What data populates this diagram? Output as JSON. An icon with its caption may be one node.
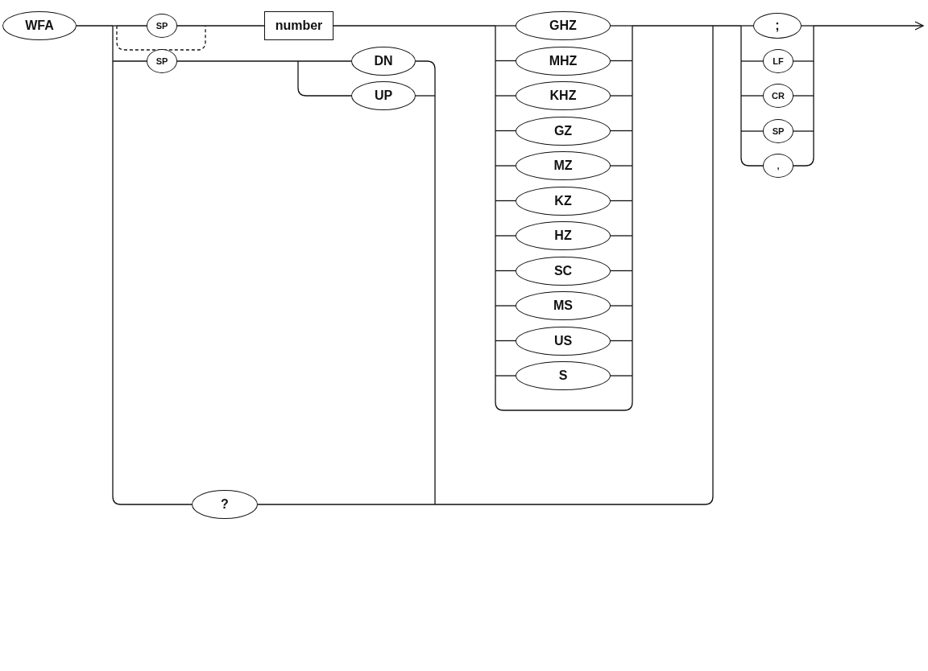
{
  "diagram": {
    "nodes": [
      {
        "text": [
          "WFA"
        ]
      },
      {
        "text": [
          "SP"
        ]
      },
      {
        "text": [
          "number"
        ]
      },
      {
        "text": [
          "GHZ"
        ]
      },
      {
        "text": [
          "MHZ"
        ]
      },
      {
        "text": [
          "KHZ"
        ]
      },
      {
        "text": [
          "GZ"
        ]
      },
      {
        "text": [
          "MZ"
        ]
      },
      {
        "text": [
          "KZ"
        ]
      },
      {
        "text": [
          "HZ"
        ]
      },
      {
        "text": [
          "SC"
        ]
      },
      {
        "text": [
          "MS"
        ]
      },
      {
        "text": [
          "US"
        ]
      },
      {
        "text": [
          "S"
        ]
      },
      {
        "text": [
          ";"
        ]
      },
      {
        "text": [
          "LF"
        ]
      },
      {
        "text": [
          "CR"
        ]
      },
      {
        "text": [
          "SP"
        ]
      },
      {
        "text": [
          ","
        ]
      },
      {
        "text": [
          "SP"
        ]
      },
      {
        "text": [
          "DN"
        ]
      },
      {
        "text": [
          "UP"
        ]
      },
      {
        "text": [
          "?"
        ]
      }
    ],
    "edges": [
      {
        "from": 0,
        "to": 1,
        "arrow": "none"
      },
      {
        "from": 0,
        "to": 2,
        "arrow": "none",
        "style": "dashed"
      },
      {
        "from": 1,
        "to": 2,
        "arrow": "none"
      },
      {
        "from": 0,
        "to": 19,
        "arrow": "none"
      },
      {
        "from": 0,
        "to": 22,
        "arrow": "none"
      },
      {
        "from": 19,
        "to": 20,
        "arrow": "none"
      },
      {
        "from": 19,
        "to": 21,
        "arrow": "none"
      },
      {
        "from": 2,
        "to": 3,
        "arrow": "none"
      },
      {
        "from": 2,
        "to": 4,
        "arrow": "none"
      },
      {
        "from": 2,
        "to": 5,
        "arrow": "none"
      },
      {
        "from": 2,
        "to": 6,
        "arrow": "none"
      },
      {
        "from": 2,
        "to": 7,
        "arrow": "none"
      },
      {
        "from": 2,
        "to": 8,
        "arrow": "none"
      },
      {
        "from": 2,
        "to": 9,
        "arrow": "none"
      },
      {
        "from": 2,
        "to": 10,
        "arrow": "none"
      },
      {
        "from": 2,
        "to": 11,
        "arrow": "none"
      },
      {
        "from": 2,
        "to": 12,
        "arrow": "none"
      },
      {
        "from": 2,
        "to": 13,
        "arrow": "none"
      },
      {
        "from": 2,
        "to": 14,
        "arrow": "none"
      },
      {
        "from": 2,
        "to": 15,
        "arrow": "none"
      },
      {
        "from": 2,
        "to": 16,
        "arrow": "none"
      },
      {
        "from": 2,
        "to": 17,
        "arrow": "none"
      },
      {
        "from": 2,
        "to": 18,
        "arrow": "none"
      },
      {
        "from": 3,
        "to": 14,
        "arrow": "none"
      },
      {
        "from": 3,
        "to": 15,
        "arrow": "none"
      },
      {
        "from": 3,
        "to": 16,
        "arrow": "none"
      },
      {
        "from": 3,
        "to": 17,
        "arrow": "none"
      },
      {
        "from": 3,
        "to": 18,
        "arrow": "none"
      },
      {
        "from": 4,
        "to": 14,
        "arrow": "none"
      },
      {
        "from": 4,
        "to": 15,
        "arrow": "none"
      },
      {
        "from": 4,
        "to": 16,
        "arrow": "none"
      },
      {
        "from": 4,
        "to": 17,
        "arrow": "none"
      },
      {
        "from": 4,
        "to": 18,
        "arrow": "none"
      },
      {
        "from": 5,
        "to": 14,
        "arrow": "none"
      },
      {
        "from": 5,
        "to": 15,
        "arrow": "none"
      },
      {
        "from": 5,
        "to": 16,
        "arrow": "none"
      },
      {
        "from": 5,
        "to": 17,
        "arrow": "none"
      },
      {
        "from": 5,
        "to": 18,
        "arrow": "none"
      },
      {
        "from": 6,
        "to": 14,
        "arrow": "none"
      },
      {
        "from": 6,
        "to": 15,
        "arrow": "none"
      },
      {
        "from": 6,
        "to": 16,
        "arrow": "none"
      },
      {
        "from": 6,
        "to": 17,
        "arrow": "none"
      },
      {
        "from": 6,
        "to": 18,
        "arrow": "none"
      },
      {
        "from": 7,
        "to": 14,
        "arrow": "none"
      },
      {
        "from": 7,
        "to": 15,
        "arrow": "none"
      },
      {
        "from": 7,
        "to": 16,
        "arrow": "none"
      },
      {
        "from": 7,
        "to": 17,
        "arrow": "none"
      },
      {
        "from": 7,
        "to": 18,
        "arrow": "none"
      },
      {
        "from": 8,
        "to": 14,
        "arrow": "none"
      },
      {
        "from": 8,
        "to": 15,
        "arrow": "none"
      },
      {
        "from": 8,
        "to": 16,
        "arrow": "none"
      },
      {
        "from": 8,
        "to": 17,
        "arrow": "none"
      },
      {
        "from": 8,
        "to": 18,
        "arrow": "none"
      },
      {
        "from": 9,
        "to": 14,
        "arrow": "none"
      },
      {
        "from": 9,
        "to": 15,
        "arrow": "none"
      },
      {
        "from": 9,
        "to": 16,
        "arrow": "none"
      },
      {
        "from": 9,
        "to": 17,
        "arrow": "none"
      },
      {
        "from": 9,
        "to": 18,
        "arrow": "none"
      },
      {
        "from": 10,
        "to": 14,
        "arrow": "none"
      },
      {
        "from": 10,
        "to": 15,
        "arrow": "none"
      },
      {
        "from": 10,
        "to": 16,
        "arrow": "none"
      },
      {
        "from": 10,
        "to": 17,
        "arrow": "none"
      },
      {
        "from": 10,
        "to": 18,
        "arrow": "none"
      },
      {
        "from": 11,
        "to": 14,
        "arrow": "none"
      },
      {
        "from": 11,
        "to": 15,
        "arrow": "none"
      },
      {
        "from": 11,
        "to": 16,
        "arrow": "none"
      },
      {
        "from": 11,
        "to": 17,
        "arrow": "none"
      },
      {
        "from": 11,
        "to": 18,
        "arrow": "none"
      },
      {
        "from": 12,
        "to": 14,
        "arrow": "none"
      },
      {
        "from": 12,
        "to": 15,
        "arrow": "none"
      },
      {
        "from": 12,
        "to": 16,
        "arrow": "none"
      },
      {
        "from": 12,
        "to": 17,
        "arrow": "none"
      },
      {
        "from": 12,
        "to": 18,
        "arrow": "none"
      },
      {
        "from": 13,
        "to": 14,
        "arrow": "none"
      },
      {
        "from": 13,
        "to": 15,
        "arrow": "none"
      },
      {
        "from": 13,
        "to": 16,
        "arrow": "none"
      },
      {
        "from": 13,
        "to": 17,
        "arrow": "none"
      },
      {
        "from": 13,
        "to": 18,
        "arrow": "none"
      },
      {
        "from": 20,
        "to": 14,
        "arrow": "none"
      },
      {
        "from": 20,
        "to": 15,
        "arrow": "none"
      },
      {
        "from": 20,
        "to": 16,
        "arrow": "none"
      },
      {
        "from": 20,
        "to": 17,
        "arrow": "none"
      },
      {
        "from": 20,
        "to": 18,
        "arrow": "none"
      },
      {
        "from": 21,
        "to": 14,
        "arrow": "none"
      },
      {
        "from": 21,
        "to": 15,
        "arrow": "none"
      },
      {
        "from": 21,
        "to": 16,
        "arrow": "none"
      },
      {
        "from": 21,
        "to": 17,
        "arrow": "none"
      },
      {
        "from": 21,
        "to": 18,
        "arrow": "none"
      },
      {
        "from": 22,
        "to": 14,
        "arrow": "none"
      },
      {
        "from": 22,
        "to": 15,
        "arrow": "none"
      },
      {
        "from": 22,
        "to": 16,
        "arrow": "none"
      },
      {
        "from": 22,
        "to": 17,
        "arrow": "none"
      },
      {
        "from": 22,
        "to": 18,
        "arrow": "none"
      },
      {
        "from": 14,
        "to": null,
        "arrow": "to"
      },
      {
        "from": 15,
        "to": null,
        "arrow": "to"
      },
      {
        "from": 16,
        "to": null,
        "arrow": "to"
      },
      {
        "from": 17,
        "to": null,
        "arrow": "to"
      },
      {
        "from": 18,
        "to": null,
        "arrow": "to"
      }
    ]
  }
}
